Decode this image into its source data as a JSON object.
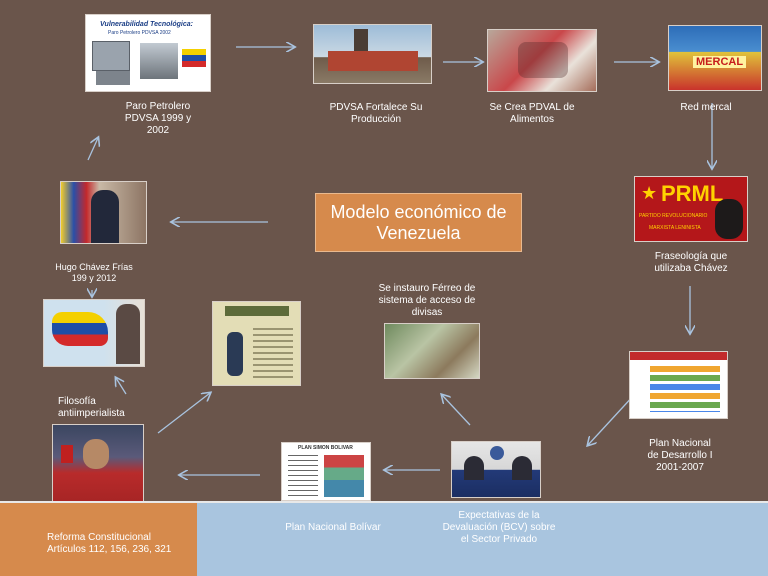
{
  "title": {
    "line1": "Modelo económico de",
    "line2": "Venezuela"
  },
  "nodes": {
    "paro": "Paro Petrolero PDVSA 1999 y 2002",
    "pdvsa": "PDVSA Fortalece Su Producción",
    "pdval": "Se Crea PDVAL de Alimentos",
    "mercal": "Red mercal",
    "fraseologia": "Fraseología que utilizaba Chávez",
    "plan_nacional_desarrollo": "Plan Nacional de Desarrollo I 2001-2007",
    "expectativas": "Expectativas de la Devaluación (BCV) sobre el Sector Privado",
    "plan_bolivar": "Plan Nacional Bolívar",
    "reforma": "Reforma Constitucional Artículos 112, 156, 236, 321",
    "filosofia": "Filosofía antiimperialista",
    "ferreo": "Se instauro Férreo de sistema de acceso de divisas",
    "chavez": "Hugo Chávez Frías 199 y 2012"
  },
  "image_text": {
    "vulnerabilidad_1": "Vulnerabilidad Tecnológica:",
    "vulnerabilidad_2": "Paro Petrolero PDVSA 2002",
    "prml_title": "PRML",
    "prml_sub_1": "PARTIDO REVOLUCIONARIO",
    "prml_sub_2": "MARXISTA LENINISTA",
    "mercal_sign": "MERCAL",
    "plan_bolivar_doc": "PLAN SIMON BOLIVAR"
  },
  "colors": {
    "background": "#6a554b",
    "center_box": "#d68a4c",
    "arrow": "#a9c3df",
    "bottom_left": "#d68a4c",
    "bottom_right": "#a9c5df"
  }
}
